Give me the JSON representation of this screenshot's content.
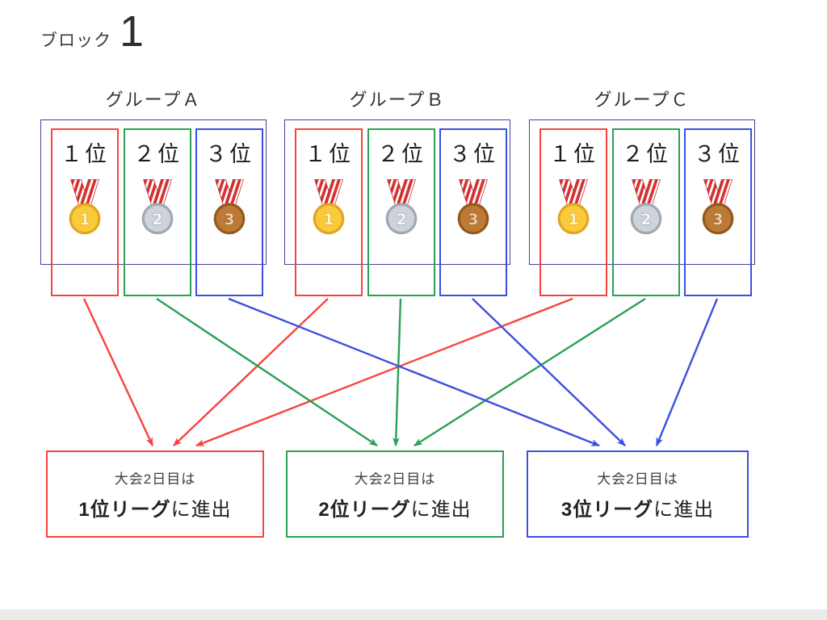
{
  "header": {
    "block_label": "ブロック",
    "block_number": "1"
  },
  "groups": [
    {
      "label": "グループＡ",
      "ranks": [
        {
          "label": "１位",
          "medal": "gold",
          "medal_number": "1"
        },
        {
          "label": "２位",
          "medal": "silver",
          "medal_number": "2"
        },
        {
          "label": "３位",
          "medal": "bronze",
          "medal_number": "3"
        }
      ]
    },
    {
      "label": "グループＢ",
      "ranks": [
        {
          "label": "１位",
          "medal": "gold",
          "medal_number": "1"
        },
        {
          "label": "２位",
          "medal": "silver",
          "medal_number": "2"
        },
        {
          "label": "３位",
          "medal": "bronze",
          "medal_number": "3"
        }
      ]
    },
    {
      "label": "グループＣ",
      "ranks": [
        {
          "label": "１位",
          "medal": "gold",
          "medal_number": "1"
        },
        {
          "label": "２位",
          "medal": "silver",
          "medal_number": "2"
        },
        {
          "label": "３位",
          "medal": "bronze",
          "medal_number": "3"
        }
      ]
    }
  ],
  "leagues": [
    {
      "line1": "大会2日目は",
      "bold": "1位リーグ",
      "rest": "に進出"
    },
    {
      "line1": "大会2日目は",
      "bold": "2位リーグ",
      "rest": "に進出"
    },
    {
      "line1": "大会2日目は",
      "bold": "3位リーグ",
      "rest": "に進出"
    }
  ],
  "colors": {
    "rank1": "#f8423e",
    "rank2": "#2aa155",
    "rank3": "#3b4fe0",
    "group": "#4e3e9e"
  }
}
